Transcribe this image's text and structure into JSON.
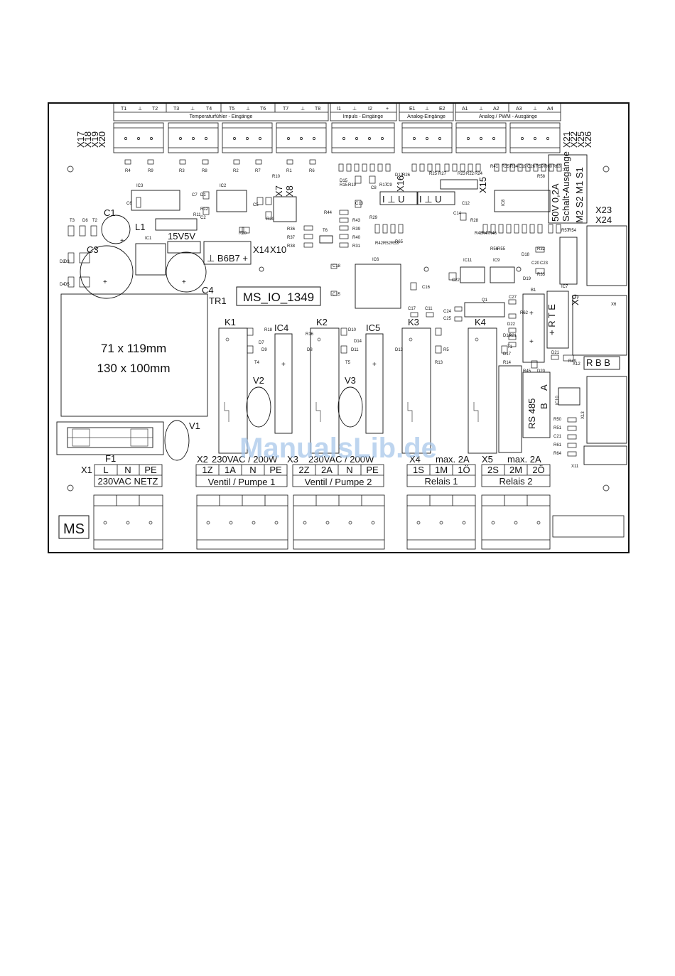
{
  "board": {
    "title": "MS_IO_1349",
    "logo": "MS",
    "watermark": "ManualsLib.de",
    "transformer_label": "TR1",
    "dim_line1": "71 x 119mm",
    "dim_line2": "130 x 100mm",
    "fuse_label": "F1",
    "varistor_label": "V1"
  },
  "top_headers": {
    "t_pins": [
      "T1",
      "⊥",
      "T2",
      "T3",
      "⊥",
      "T4",
      "T5",
      "⊥",
      "T6",
      "T7",
      "⊥",
      "T8"
    ],
    "temp": "Temperaturfühler - Eingänge",
    "i_pins": [
      "I1",
      "⊥",
      "I2",
      "+"
    ],
    "impulse": "Impuls - Eingänge",
    "e_pins": [
      "E1",
      "⊥",
      "E2"
    ],
    "analog_in": "Analog-Eingänge",
    "a_pins": [
      "A1",
      "⊥",
      "A2",
      "A3",
      "⊥",
      "A4"
    ],
    "analog_out": "Analog / PWM - Ausgänge"
  },
  "connector_ids": {
    "left_stack": [
      "X17",
      "X18",
      "X19",
      "X20"
    ],
    "right_stack": [
      "X21",
      "X22",
      "X25",
      "X26"
    ],
    "x7": "X7",
    "x8": "X8",
    "x14": "X14",
    "x10": "X10",
    "x16": "X16",
    "x15": "X15",
    "x23": "X23",
    "x24": "X24",
    "x9": "X9",
    "x12": "X12",
    "x13": "X13",
    "x11": "X11",
    "x6": "X6"
  },
  "power_labels": {
    "v15v5": "15V5V",
    "b6b7": "⊥ B6B7 +",
    "iu1": "I ⊥ U",
    "iu2": "I ⊥ U"
  },
  "switch_out": {
    "rating": "50V 0,2A",
    "title": "Schalt-Ausgänge",
    "pins": "M2 S2 M1 S1"
  },
  "rs485": {
    "label": "RS 485",
    "b": "B",
    "a": "A",
    "rbb": "R B B",
    "ter": "+ R T E"
  },
  "components": {
    "C1": "C1",
    "C3": "C3",
    "C4": "C4",
    "L1": "L1",
    "IC1": "IC1",
    "IC2": "IC2",
    "IC3": "IC3",
    "IC4": "IC4",
    "IC5": "IC5",
    "IC6": "IC6",
    "IC7": "IC7",
    "IC8": "IC8",
    "IC9": "IC9",
    "IC10": "IC10",
    "IC11": "IC11",
    "K1": "K1",
    "K2": "K2",
    "K3": "K3",
    "K4": "K4",
    "V2": "V2",
    "V3": "V3",
    "B1": "B1",
    "Q1": "Q1",
    "T6": "T6",
    "small_parts": [
      "R4",
      "R9",
      "R3",
      "R8",
      "R2",
      "R7",
      "R1",
      "R6",
      "R44",
      "R43",
      "R39",
      "R40",
      "R31",
      "R36",
      "R37",
      "R38",
      "R29",
      "R42",
      "R52",
      "R53",
      "R30",
      "R20",
      "R28",
      "R17",
      "R19",
      "R15",
      "D15",
      "C8",
      "C9",
      "D12",
      "R26",
      "R25",
      "R27",
      "R23",
      "R22",
      "R24",
      "R41",
      "R35",
      "R34",
      "C19",
      "C26",
      "R59",
      "R60",
      "R63",
      "R48",
      "R47",
      "R46",
      "R56",
      "R55",
      "R32",
      "R33",
      "D18",
      "D19",
      "C20",
      "C23",
      "C22",
      "C24",
      "C25",
      "C27",
      "R62",
      "R21",
      "D16",
      "D22",
      "D17",
      "D21",
      "D20",
      "R45",
      "R49",
      "R50",
      "R51",
      "C21",
      "R61",
      "R64",
      "R58",
      "R54",
      "R57",
      "R65",
      "C16",
      "C17",
      "C11",
      "C18",
      "C15",
      "C13",
      "C12",
      "C14",
      "C5",
      "C6",
      "C7",
      "C2",
      "R10",
      "R11",
      "R12",
      "D1",
      "D2",
      "D3",
      "D4",
      "D5",
      "D6",
      "D7",
      "D8",
      "D9",
      "D10",
      "D11",
      "D13",
      "D14",
      "R5",
      "T1",
      "T2",
      "T3",
      "T4",
      "T5",
      "R13",
      "R14",
      "R16",
      "R18"
    ]
  },
  "bottom": {
    "x1": "X1",
    "x1_pins": [
      "L",
      "N",
      "PE"
    ],
    "x1_caption": "230VAC NETZ",
    "x2": "X2",
    "x2_rating": "230VAC / 200W",
    "x2_pins": [
      "1Z",
      "1A",
      "N",
      "PE"
    ],
    "x2_caption": "Ventil / Pumpe 1",
    "x3": "X3",
    "x3_rating": "230VAC / 200W",
    "x3_pins": [
      "2Z",
      "2A",
      "N",
      "PE"
    ],
    "x3_caption": "Ventil / Pumpe 2",
    "x4": "X4",
    "x4_rating": "max. 2A",
    "x4_pins": [
      "1S",
      "1M",
      "1Ö"
    ],
    "x4_caption": "Relais 1",
    "x5": "X5",
    "x5_rating": "max. 2A",
    "x5_pins": [
      "2S",
      "2M",
      "2Ö"
    ],
    "x5_caption": "Relais 2"
  }
}
